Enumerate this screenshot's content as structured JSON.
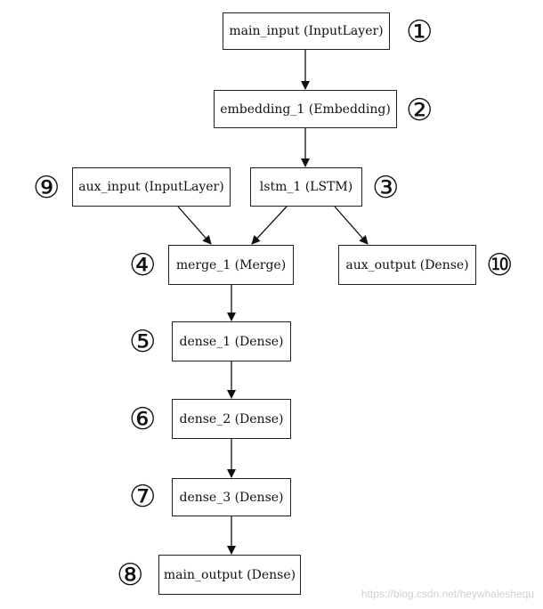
{
  "nodes": {
    "main_input": "main_input (InputLayer)",
    "embedding_1": "embedding_1 (Embedding)",
    "lstm_1": "lstm_1 (LSTM)",
    "aux_input": "aux_input (InputLayer)",
    "merge_1": "merge_1 (Merge)",
    "aux_output": "aux_output (Dense)",
    "dense_1": "dense_1 (Dense)",
    "dense_2": "dense_2 (Dense)",
    "dense_3": "dense_3 (Dense)",
    "main_output": "main_output (Dense)"
  },
  "markers": {
    "main_input": "①",
    "embedding_1": "②",
    "lstm_1": "③",
    "merge_1": "④",
    "dense_1": "⑤",
    "dense_2": "⑥",
    "dense_3": "⑦",
    "main_output": "⑧",
    "aux_input": "⑨",
    "aux_output": "⑩"
  },
  "edges": [
    [
      "main_input",
      "embedding_1"
    ],
    [
      "embedding_1",
      "lstm_1"
    ],
    [
      "aux_input",
      "merge_1"
    ],
    [
      "lstm_1",
      "merge_1"
    ],
    [
      "lstm_1",
      "aux_output"
    ],
    [
      "merge_1",
      "dense_1"
    ],
    [
      "dense_1",
      "dense_2"
    ],
    [
      "dense_2",
      "dense_3"
    ],
    [
      "dense_3",
      "main_output"
    ]
  ],
  "watermark": "https://blog.csdn.net/heywhaleshequ"
}
